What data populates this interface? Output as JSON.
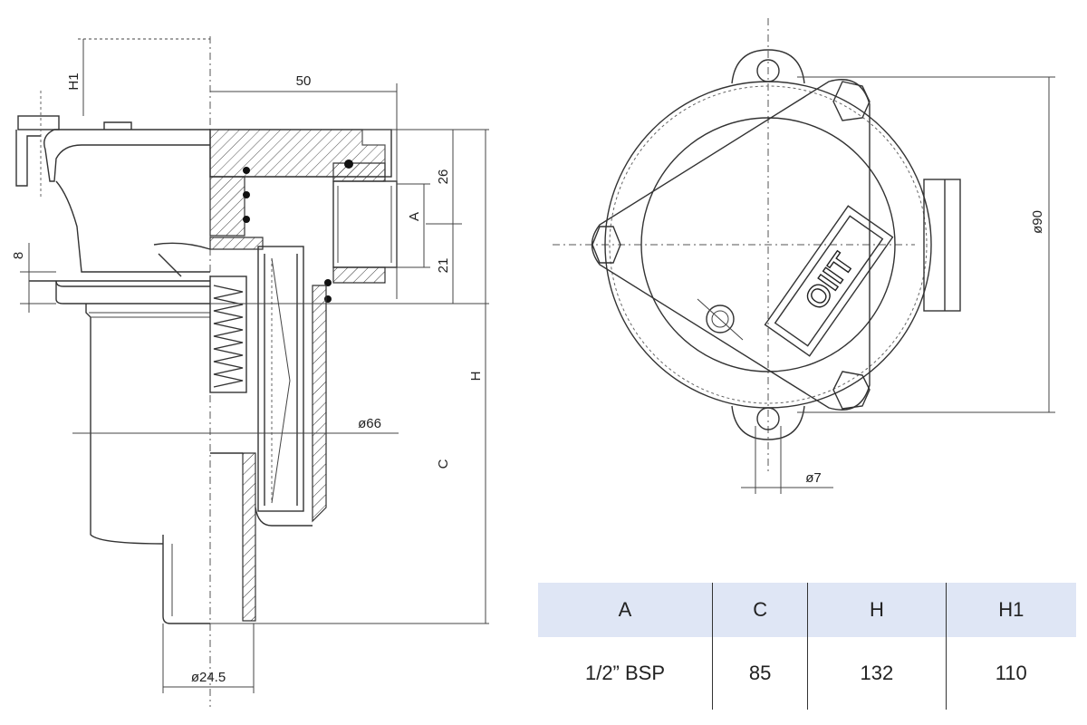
{
  "dimensions": {
    "h1": "H1",
    "d50": "50",
    "d26": "26",
    "a": "A",
    "d21": "21",
    "d8": "8",
    "h": "H",
    "c": "C",
    "d66": "ø66",
    "d24_5": "ø24.5",
    "d90": "ø90",
    "d7": "ø7"
  },
  "table": {
    "headers": [
      "A",
      "C",
      "H",
      "H1"
    ],
    "row": [
      "1/2” BSP",
      "85",
      "132",
      "110"
    ],
    "header_bg": "#dfe6f5"
  }
}
